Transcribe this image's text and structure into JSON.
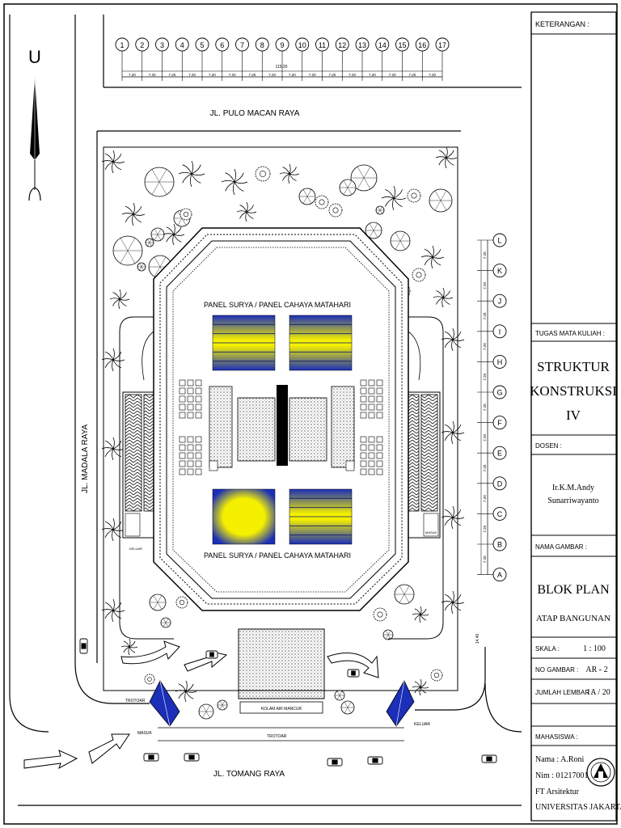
{
  "drawing": {
    "north_label": "U",
    "roads": {
      "top": "JL.  PULO MACAN RAYA",
      "left": "JL.   MADALA RAYA",
      "bottom": "JL.   TOMANG RAYA"
    },
    "grid_top": {
      "labels": [
        "1",
        "2",
        "3",
        "4",
        "5",
        "6",
        "7",
        "8",
        "9",
        "10",
        "11",
        "12",
        "13",
        "14",
        "15",
        "16",
        "17"
      ],
      "dim_each": "7.20",
      "dim_total": "115.20"
    },
    "grid_right": {
      "labels": [
        "L",
        "K",
        "J",
        "I",
        "H",
        "G",
        "F",
        "E",
        "D",
        "C",
        "B",
        "A"
      ],
      "dim_each": "7.20",
      "dim_total": "14.40"
    },
    "solar_label_top": "PANEL SURYA / PANEL CAHAYA MATAHARI",
    "solar_label_bottom": "PANEL SURYA / PANEL CAHAYA MATAHARI",
    "pool_label": "KOLAM AIR MANCUR",
    "sidewalk_label": "TROTOAR",
    "sidewalk_label_left": "TROTOAR",
    "entrance_label": "MASUK",
    "exit_label": "KELUAR",
    "keluar_left": "KELUAR",
    "masuk_right": "MASUK"
  },
  "title_block": {
    "keterangan": "KETERANGAN :",
    "tugas_label": "TUGAS MATA KULIAH :",
    "course_line1": "STRUKTUR",
    "course_line2": "KONSTRUKSI",
    "course_line3": "IV",
    "dosen_label": "DOSEN :",
    "dosen_line1": "Ir.K.M.Andy",
    "dosen_line2": "Sunarriwayanto",
    "nama_gambar_label": "NAMA GAMBAR :",
    "nama_gambar_line1": "BLOK PLAN",
    "nama_gambar_line2": "ATAP BANGUNAN",
    "skala_label": "SKALA :",
    "skala_value": "1 : 100",
    "no_gambar_label": "NO GAMBAR :",
    "no_gambar_value": "AR - 2",
    "jumlah_label": "JUMLAH LEMBAR :",
    "jumlah_value": "1A / 20",
    "mahasiswa_label": "MAHASISWA :",
    "mhs_nama": "Nama : A.Roni",
    "mhs_nim": "Nim : 01217001",
    "mhs_fakultas": "FT Arsitektur",
    "mhs_univ": "UNIVERSITAS JAKARTA"
  },
  "colors": {
    "panel_blue": "#1b2fb8",
    "panel_yellow": "#f5f000",
    "line": "#000000"
  }
}
